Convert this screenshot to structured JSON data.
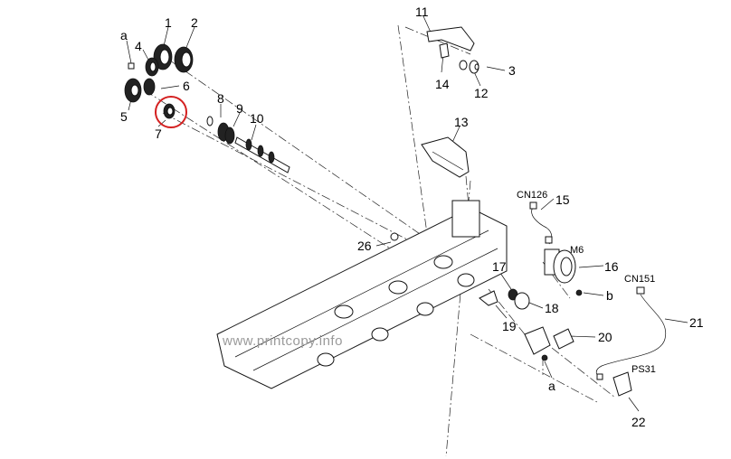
{
  "part_labels": {
    "p1": "1",
    "p2": "2",
    "p3": "3",
    "p4": "4",
    "p5": "5",
    "p6": "6",
    "p7": "7",
    "p8": "8",
    "p9": "9",
    "p10": "10",
    "p11": "11",
    "p12": "12",
    "p13": "13",
    "p14": "14",
    "p15": "15",
    "p16": "16",
    "p17": "17",
    "p18": "18",
    "p19": "19",
    "p20": "20",
    "p21": "21",
    "p22": "22",
    "p26": "26",
    "screw_a_top": "a",
    "screw_a_bottom": "a",
    "screw_b": "b"
  },
  "connector_labels": {
    "cn126": "CN126",
    "cn151": "CN151",
    "m6": "M6",
    "ps31": "PS31"
  },
  "watermark": "www.printcopy.info",
  "colors": {
    "highlight_circle": "#d42020",
    "line": "#111111",
    "watermark": "#9a9a9a"
  }
}
